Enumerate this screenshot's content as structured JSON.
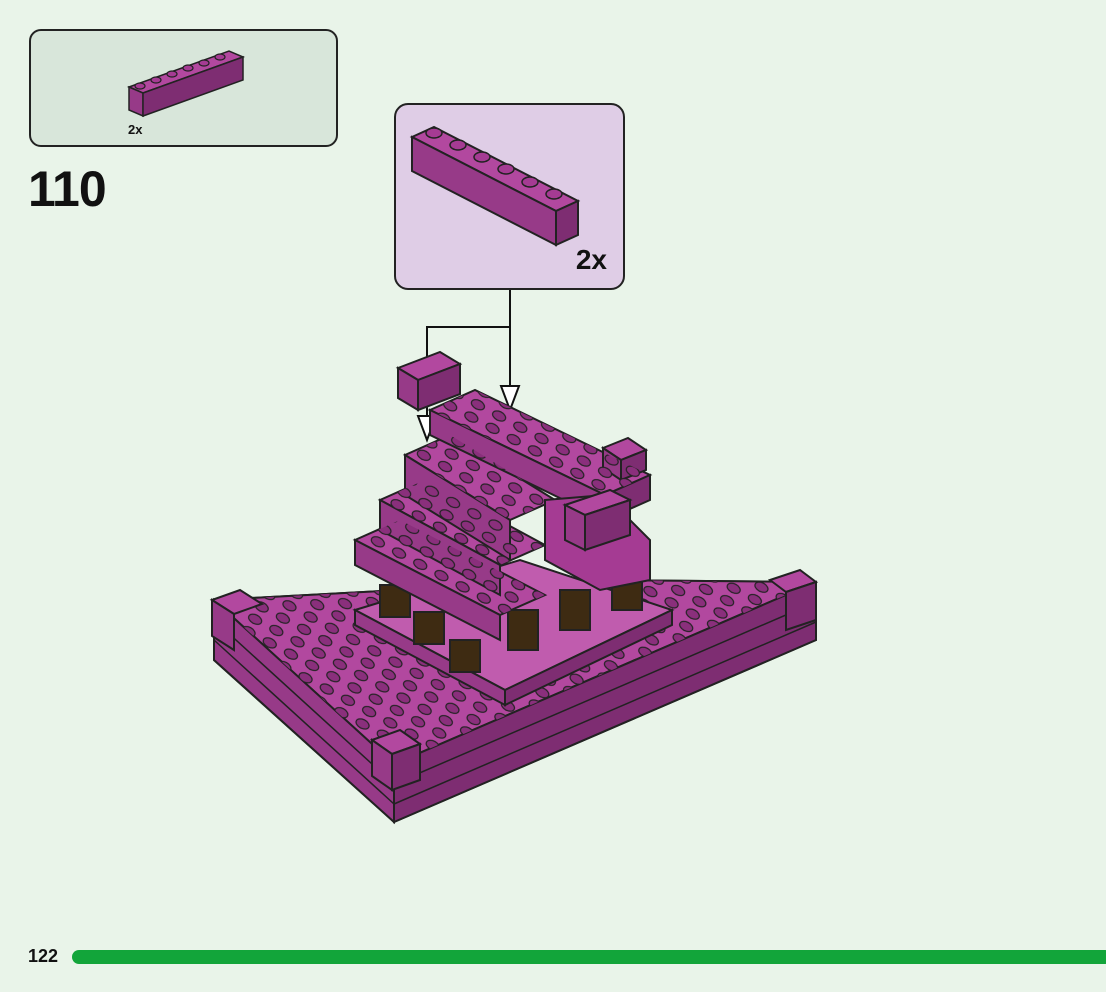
{
  "parts_list": {
    "quantity": "2x"
  },
  "step": {
    "number": "110"
  },
  "callout": {
    "quantity": "2x"
  },
  "footer": {
    "page_number": "122"
  },
  "colors": {
    "background": "#e9f4e9",
    "parts_box": "#d8e6da",
    "callout_box": "#dfcde6",
    "brick_top": "#b2489f",
    "brick_front": "#973a88",
    "brick_side": "#7e2d72",
    "stud": "#a53b93",
    "dark_brick": "#3e2b12",
    "progress_bar": "#12a53a"
  }
}
